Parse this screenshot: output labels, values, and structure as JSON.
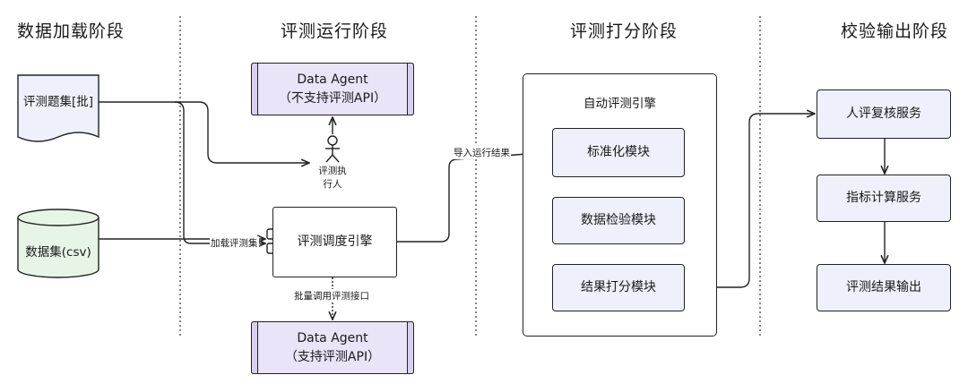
{
  "phases": [
    {
      "title": "数据加载阶段"
    },
    {
      "title": "评测运行阶段"
    },
    {
      "title": "评测打分阶段"
    },
    {
      "title": "校验输出阶段"
    }
  ],
  "nodes": {
    "question_set": "评测题集[批]",
    "dataset": "数据集(csv)",
    "agent_no_api": "Data Agent\n（不支持评测API）",
    "executor": "评测执\n行人",
    "scheduler": "评测调度引擎",
    "agent_api": "Data Agent\n（支持评测API）",
    "auto_engine": "自动评测引擎",
    "normalize": "标准化模块",
    "data_check": "数据检验模块",
    "scoring": "结果打分模块",
    "human_review": "人评复核服务",
    "metrics": "指标计算服务",
    "output": "评测结果输出"
  },
  "edge_labels": {
    "load": "加载评测集",
    "batch_call": "批量调用评测接口",
    "import_results": "导入运行结果"
  },
  "colors": {
    "blue_fill": "#eef1fb",
    "purple_fill": "#e9e4f7",
    "green_fill": "#e6f5e6",
    "line": "#222222"
  }
}
